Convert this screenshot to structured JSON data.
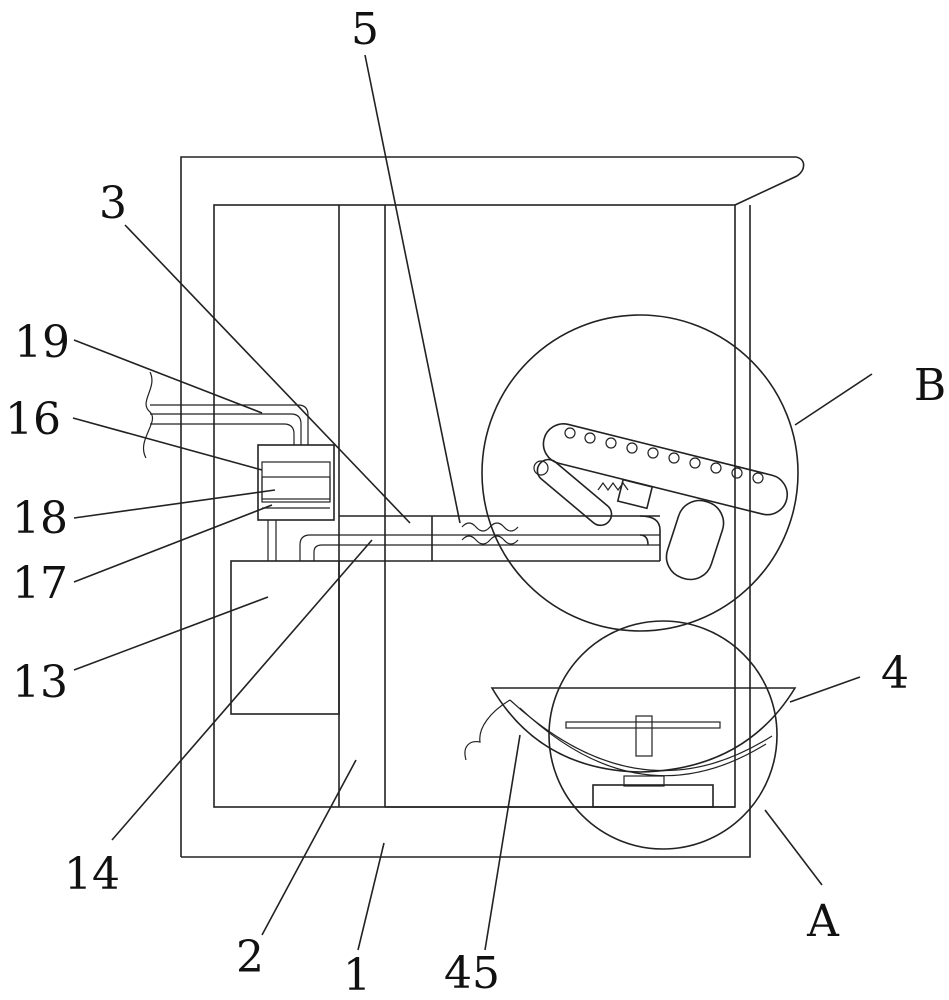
{
  "labels": {
    "l1": "1",
    "l2": "2",
    "l3": "3",
    "l4": "4",
    "l5": "5",
    "l13": "13",
    "l14": "14",
    "l16": "16",
    "l17": "17",
    "l18": "18",
    "l19": "19",
    "l45": "45",
    "lA": "A",
    "lB": "B"
  }
}
